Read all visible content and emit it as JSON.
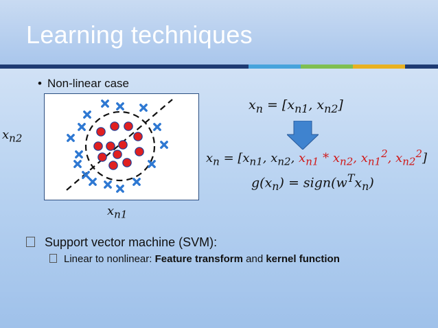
{
  "slide": {
    "title": "Learning techniques"
  },
  "bullets": {
    "nonlinear": "Non-linear case",
    "svm": "Support vector machine (SVM):",
    "sub_prefix": "Linear to nonlinear: ",
    "sub_bold1": "Feature transform",
    "sub_mid": " and ",
    "sub_bold2": "kernel function"
  },
  "figure": {
    "axis_x": "x",
    "axis_x_sub": "n1",
    "axis_y": "x",
    "axis_y_sub": "n2",
    "colors": {
      "cross": "#2e78d2",
      "circle_fill": "#e02020",
      "circle_edge": "#1a3f9a"
    }
  },
  "equations": {
    "eq1": {
      "lhs": "x",
      "lhs_sub": "n",
      "rhs": "= [x",
      "s1": "n1",
      "comma": ", x",
      "s2": "n2",
      "close": "]"
    },
    "eq2": {
      "lhs": "x",
      "lhs_sub": "n",
      "open": "= [x",
      "s1": "n1",
      "c1": ", x",
      "s2": "n2",
      "c2": ", ",
      "red1": "x",
      "rs1": "n1",
      "times": " * x",
      "rs2": "n2",
      "c3": ", x",
      "rs3": "n1",
      "p1": "2",
      "c4": ", x",
      "rs4": "n2",
      "p2": "2",
      "close": "]"
    },
    "eq3": {
      "g": "g(x",
      "g_sub": "n",
      "mid": ") = sign(w",
      "sup": "T",
      "x": "x",
      "x_sub": "n",
      "close": ")"
    }
  }
}
